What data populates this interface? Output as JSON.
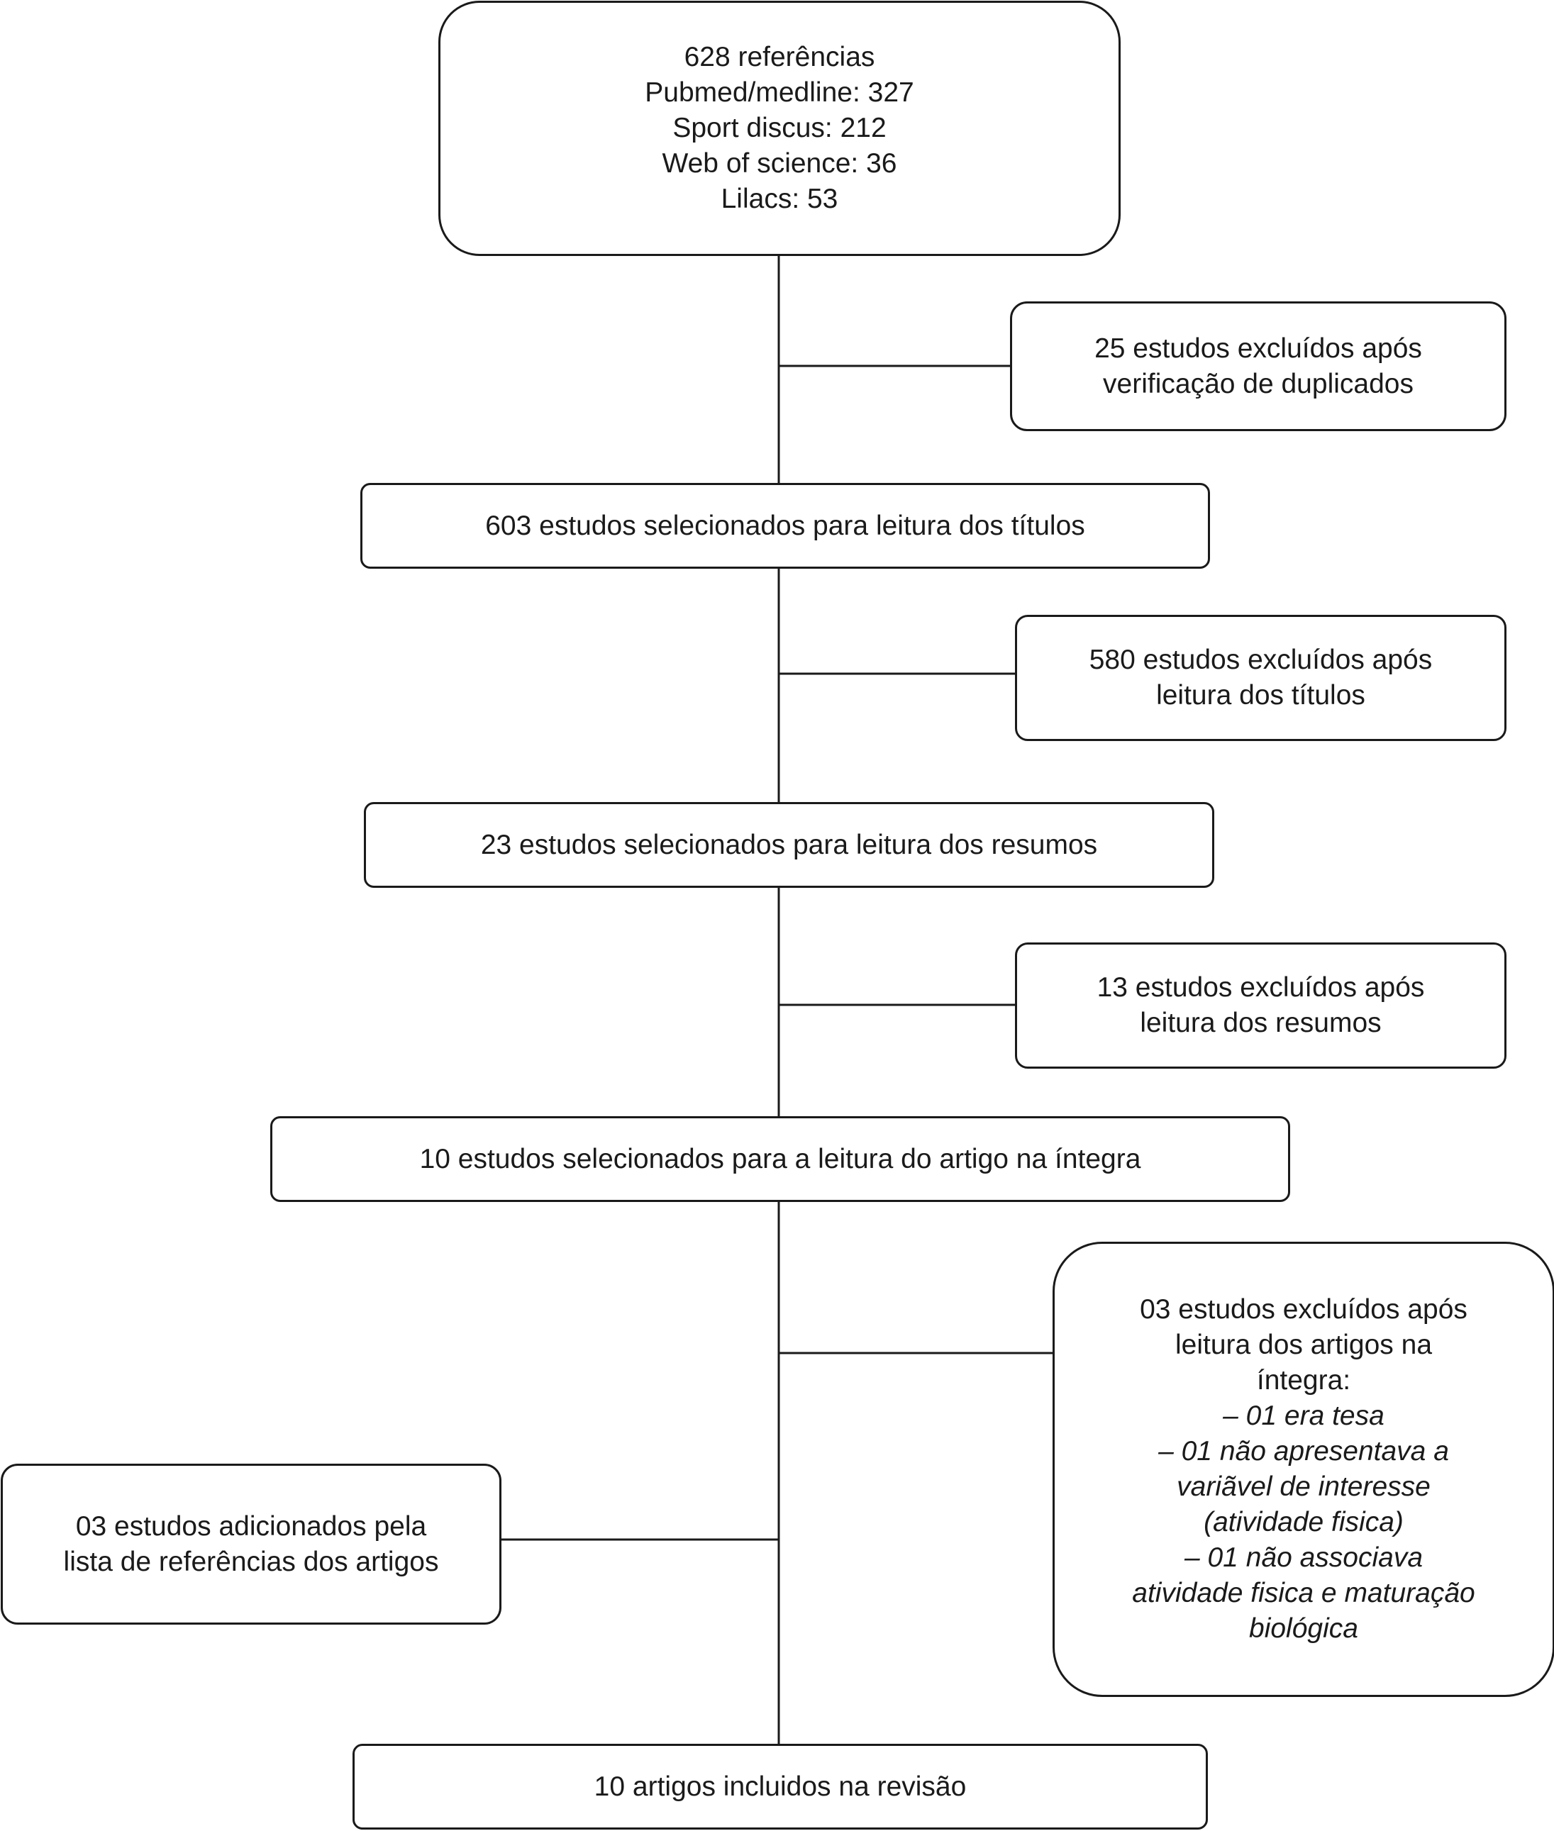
{
  "sources": {
    "lines": [
      "628 referências",
      "Pubmed/medline: 327",
      "Sport discus: 212",
      "Web of science: 36",
      "Lilacs: 53"
    ]
  },
  "excluded_duplicates": {
    "lines": [
      "25 estudos excluídos após",
      "verificação de duplicados"
    ]
  },
  "selected_titles": {
    "text": "603 estudos selecionados para leitura dos títulos"
  },
  "excluded_titles": {
    "lines": [
      "580 estudos excluídos após",
      "leitura dos títulos"
    ]
  },
  "selected_abstracts": {
    "text": "23 estudos selecionados para leitura dos resumos"
  },
  "excluded_abstracts": {
    "lines": [
      "13 estudos excluídos após",
      "leitura dos resumos"
    ]
  },
  "selected_fulltext": {
    "text": "10 estudos selecionados para a leitura do artigo na íntegra"
  },
  "excluded_fulltext": {
    "lines": [
      "03 estudos excluídos após",
      "leitura dos artigos na",
      "íntegra:"
    ],
    "reasons": [
      "– 01 era tesa",
      "– 01 não apresentava a",
      "variãvel de interesse",
      "(atividade fisica)",
      "– 01 não associava",
      "atividade fisica e maturação",
      "biológica"
    ]
  },
  "added_references": {
    "lines": [
      "03 estudos adicionados pela",
      "lista de referências dos artigos"
    ]
  },
  "included": {
    "text": "10 artigos incluidos na revisão"
  }
}
